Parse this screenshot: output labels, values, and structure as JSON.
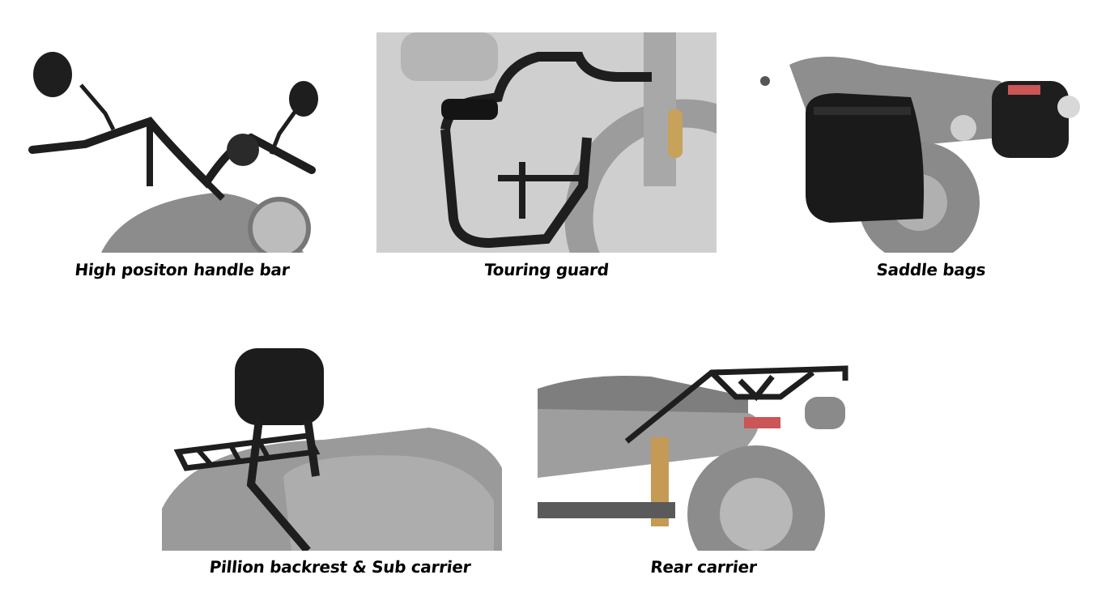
{
  "products": [
    {
      "name": "High positon handle bar",
      "icon": "handlebar-photo"
    },
    {
      "name": "Touring guard",
      "icon": "touring-guard-photo"
    },
    {
      "name": "Saddle bags",
      "icon": "saddle-bags-photo"
    },
    {
      "name": "Pillion backrest & Sub carrier",
      "icon": "backrest-photo"
    },
    {
      "name": "Rear carrier",
      "icon": "rear-carrier-photo"
    }
  ],
  "colors": {
    "part": "#1e1e1e",
    "bike": "#9a9a9a",
    "bike_light": "#c8c8c8"
  }
}
